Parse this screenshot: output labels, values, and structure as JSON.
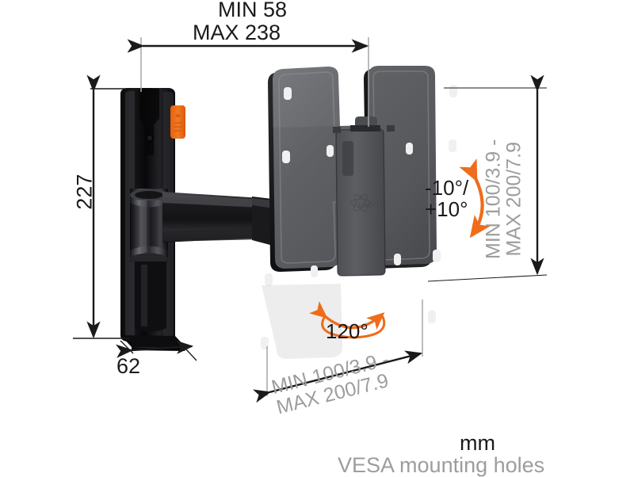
{
  "diagram": {
    "title": "TV wall mount technical drawing",
    "unit_note": "mm",
    "vesa_note": "VESA mounting holes",
    "brand_logo": "vogels-logo",
    "colors": {
      "dimension_line": "#1a1a1a",
      "extension_line": "#9a9a9a",
      "annotation_accent": "#ef6c1a",
      "gray_text": "#9d9d9d",
      "black_text": "#1a1a1a",
      "product_dark": "#131313",
      "product_mid": "#58595b",
      "product_light": "#7d7f82"
    }
  },
  "dimensions": {
    "depth_min": "MIN 58",
    "depth_max": "MAX 238",
    "height": "227",
    "wallplate_depth": "62",
    "vesa_vertical": "MIN 100/3.9 -\nMAX 200/7.9",
    "vesa_horizontal": "MIN 100/3.9 -\nMAX 200/7.9"
  },
  "annotations": {
    "tilt": "-10°/\n+10°",
    "swivel": "120°"
  },
  "footer": {
    "unit": "mm",
    "vesa_caption": "VESA mounting holes"
  }
}
